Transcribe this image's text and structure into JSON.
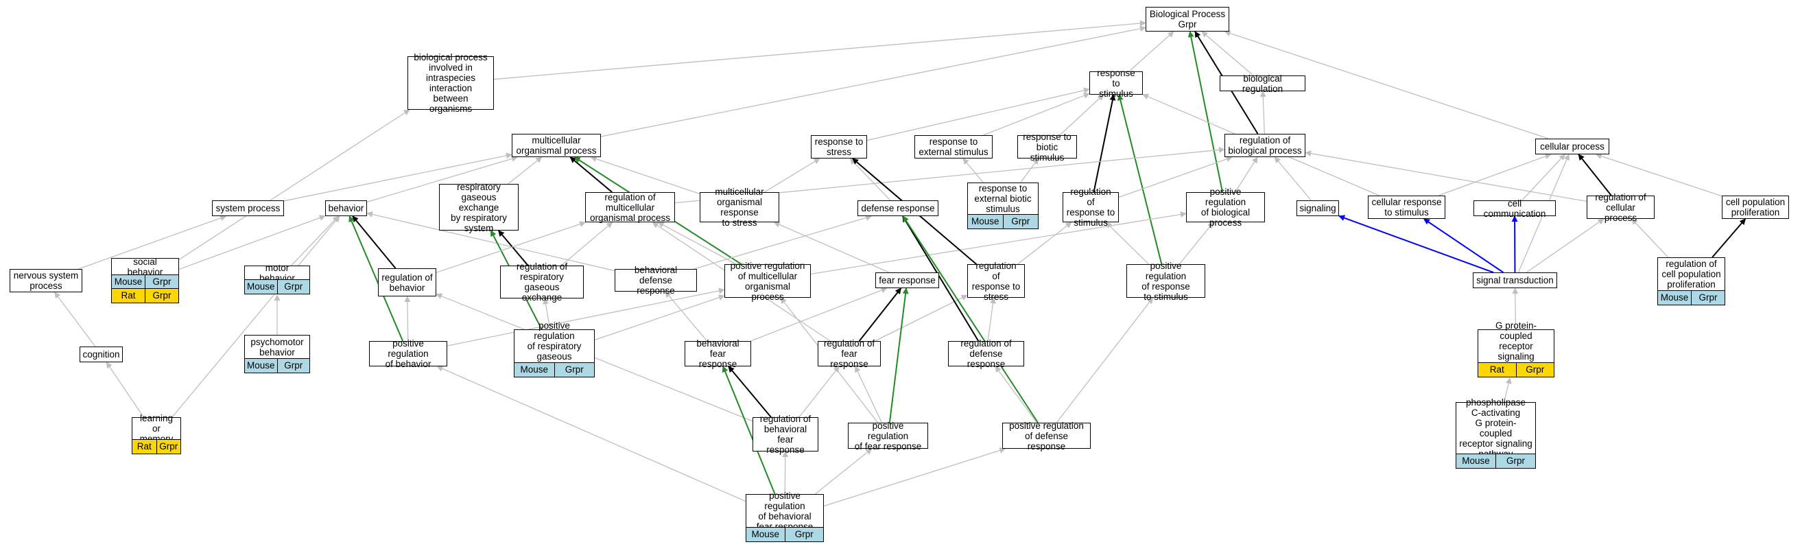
{
  "colors": {
    "is_a": "#bfbfbf",
    "part_of": "#000000",
    "positively_regulates": "#228b22",
    "regulates_other": "#0000ff",
    "mouse_tag": "#add8e6",
    "rat_tag": "#ffd700"
  },
  "nodes": {
    "bp": {
      "label": "Biological Process\nGrpr"
    },
    "interspecies": {
      "label": "biological process\ninvolved in\nintraspecies\ninteraction\nbetween organisms"
    },
    "resp_stim": {
      "label": "response to\nstimulus"
    },
    "bio_reg": {
      "label": "biological regulation"
    },
    "multicell": {
      "label": "multicellular\norganismal process"
    },
    "resp_stress": {
      "label": "response to\nstress"
    },
    "resp_ext": {
      "label": "response to\nexternal stimulus"
    },
    "resp_biotic": {
      "label": "response to\nbiotic stimulus"
    },
    "reg_bio": {
      "label": "regulation of\nbiological process"
    },
    "cell_proc": {
      "label": "cellular process"
    },
    "resp_ext_biotic": {
      "label": "response to\nexternal biotic\nstimulus",
      "tags": [
        [
          "Mouse",
          "Grpr"
        ]
      ]
    },
    "system": {
      "label": "system process"
    },
    "behavior": {
      "label": "behavior"
    },
    "resp_gas": {
      "label": "respiratory\ngaseous exchange\nby respiratory\nsystem"
    },
    "reg_multi": {
      "label": "regulation of\nmulticellular\norganismal process"
    },
    "multi_stress": {
      "label": "multicellular\norganismal response\nto stress"
    },
    "defense": {
      "label": "defense response"
    },
    "reg_resp_stim": {
      "label": "regulation of\nresponse to\nstimulus"
    },
    "pos_reg_bio": {
      "label": "positive regulation\nof biological\nprocess"
    },
    "signaling": {
      "label": "signaling"
    },
    "cell_resp_stim": {
      "label": "cellular response\nto stimulus"
    },
    "cell_comm": {
      "label": "cell communication"
    },
    "reg_cell_proc": {
      "label": "regulation of\ncellular process"
    },
    "cell_pop": {
      "label": "cell population\nproliferation"
    },
    "nervous": {
      "label": "nervous system\nprocess"
    },
    "social": {
      "label": "social behavior",
      "tags": [
        [
          "Mouse",
          "Grpr"
        ],
        [
          "Rat",
          "Grpr"
        ]
      ]
    },
    "motor": {
      "label": "motor behavior",
      "tags": [
        [
          "Mouse",
          "Grpr"
        ]
      ]
    },
    "reg_behav": {
      "label": "regulation of\nbehavior"
    },
    "reg_resp_gas": {
      "label": "regulation of\nrespiratory\ngaseous exchange"
    },
    "behav_def": {
      "label": "behavioral defense\nresponse"
    },
    "pos_reg_multi": {
      "label": "positive regulation\nof multicellular\norganismal process"
    },
    "fear": {
      "label": "fear response"
    },
    "reg_resp_stress": {
      "label": "regulation of\nresponse to\nstress"
    },
    "pos_reg_resp_stim": {
      "label": "positive regulation\nof response\nto stimulus"
    },
    "sig_trans": {
      "label": "signal transduction"
    },
    "reg_cell_pop": {
      "label": "regulation of\ncell population\nproliferation",
      "tags": [
        [
          "Mouse",
          "Grpr"
        ]
      ]
    },
    "cognition": {
      "label": "cognition"
    },
    "psychomotor": {
      "label": "psychomotor\nbehavior",
      "tags": [
        [
          "Mouse",
          "Grpr"
        ]
      ]
    },
    "pos_reg_behav": {
      "label": "positive regulation\nof behavior"
    },
    "pos_reg_resp_gas": {
      "label": "positive regulation\nof respiratory\ngaseous exchange",
      "tags": [
        [
          "Mouse",
          "Grpr"
        ]
      ]
    },
    "behav_fear": {
      "label": "behavioral fear\nresponse"
    },
    "reg_fear": {
      "label": "regulation of\nfear response"
    },
    "reg_def": {
      "label": "regulation of\ndefense response"
    },
    "gpcr": {
      "label": "G protein-coupled\nreceptor signaling\npathway",
      "tags": [
        [
          "Rat",
          "Grpr"
        ]
      ]
    },
    "learning": {
      "label": "learning or\nmemory",
      "tags": [
        [
          "Rat",
          "Grpr"
        ]
      ]
    },
    "reg_behav_fear": {
      "label": "regulation of\nbehavioral fear\nresponse"
    },
    "pos_reg_fear": {
      "label": "positive regulation\nof fear response"
    },
    "pos_reg_def": {
      "label": "positive regulation\nof defense response"
    },
    "plc": {
      "label": "phospholipase\nC-activating\nG protein-coupled\nreceptor signaling\npathway",
      "tags": [
        [
          "Mouse",
          "Grpr"
        ]
      ]
    },
    "pos_reg_behav_fear": {
      "label": "positive regulation\nof behavioral\nfear response",
      "tags": [
        [
          "Mouse",
          "Grpr"
        ]
      ]
    }
  },
  "edges": [
    {
      "from": "interspecies",
      "to": "bp",
      "kind": "is_a"
    },
    {
      "from": "resp_stim",
      "to": "bp",
      "kind": "is_a"
    },
    {
      "from": "bio_reg",
      "to": "bp",
      "kind": "is_a"
    },
    {
      "from": "multicell",
      "to": "bp",
      "kind": "is_a"
    },
    {
      "from": "cell_proc",
      "to": "bp",
      "kind": "is_a"
    },
    {
      "from": "pos_reg_bio",
      "to": "bp",
      "kind": "positively_regulates"
    },
    {
      "from": "reg_bio",
      "to": "bp",
      "kind": "part_of"
    },
    {
      "from": "reg_bio",
      "to": "bio_reg",
      "kind": "is_a"
    },
    {
      "from": "resp_stress",
      "to": "resp_stim",
      "kind": "is_a"
    },
    {
      "from": "resp_ext",
      "to": "resp_stim",
      "kind": "is_a"
    },
    {
      "from": "resp_biotic",
      "to": "resp_stim",
      "kind": "is_a"
    },
    {
      "from": "cell_resp_stim",
      "to": "resp_stim",
      "kind": "is_a"
    },
    {
      "from": "reg_resp_stim",
      "to": "resp_stim",
      "kind": "part_of"
    },
    {
      "from": "pos_reg_resp_stim",
      "to": "resp_stim",
      "kind": "positively_regulates"
    },
    {
      "from": "resp_ext_biotic",
      "to": "resp_ext",
      "kind": "is_a"
    },
    {
      "from": "resp_ext_biotic",
      "to": "resp_biotic",
      "kind": "is_a"
    },
    {
      "from": "system",
      "to": "multicell",
      "kind": "is_a"
    },
    {
      "from": "behavior",
      "to": "multicell",
      "kind": "is_a"
    },
    {
      "from": "resp_gas",
      "to": "multicell",
      "kind": "is_a"
    },
    {
      "from": "multi_stress",
      "to": "multicell",
      "kind": "is_a"
    },
    {
      "from": "reg_multi",
      "to": "multicell",
      "kind": "part_of"
    },
    {
      "from": "pos_reg_multi",
      "to": "multicell",
      "kind": "positively_regulates"
    },
    {
      "from": "social",
      "to": "interspecies",
      "kind": "is_a"
    },
    {
      "from": "social",
      "to": "behavior",
      "kind": "is_a"
    },
    {
      "from": "nervous",
      "to": "system",
      "kind": "is_a"
    },
    {
      "from": "cognition",
      "to": "nervous",
      "kind": "is_a"
    },
    {
      "from": "learning",
      "to": "cognition",
      "kind": "is_a"
    },
    {
      "from": "learning",
      "to": "behavior",
      "kind": "is_a"
    },
    {
      "from": "motor",
      "to": "behavior",
      "kind": "is_a"
    },
    {
      "from": "psychomotor",
      "to": "motor",
      "kind": "is_a"
    },
    {
      "from": "reg_behav",
      "to": "behavior",
      "kind": "part_of"
    },
    {
      "from": "pos_reg_behav",
      "to": "behavior",
      "kind": "positively_regulates"
    },
    {
      "from": "pos_reg_behav",
      "to": "reg_behav",
      "kind": "is_a"
    },
    {
      "from": "behav_def",
      "to": "behavior",
      "kind": "is_a"
    },
    {
      "from": "behav_def",
      "to": "defense",
      "kind": "is_a"
    },
    {
      "from": "reg_resp_gas",
      "to": "resp_gas",
      "kind": "part_of"
    },
    {
      "from": "pos_reg_resp_gas",
      "to": "resp_gas",
      "kind": "positively_regulates"
    },
    {
      "from": "pos_reg_resp_gas",
      "to": "reg_resp_gas",
      "kind": "is_a"
    },
    {
      "from": "reg_multi",
      "to": "reg_bio",
      "kind": "is_a"
    },
    {
      "from": "reg_behav",
      "to": "reg_multi",
      "kind": "is_a"
    },
    {
      "from": "reg_resp_gas",
      "to": "reg_multi",
      "kind": "is_a"
    },
    {
      "from": "pos_reg_multi",
      "to": "reg_multi",
      "kind": "is_a"
    },
    {
      "from": "pos_reg_multi",
      "to": "pos_reg_bio",
      "kind": "is_a"
    },
    {
      "from": "pos_reg_behav",
      "to": "pos_reg_multi",
      "kind": "is_a"
    },
    {
      "from": "pos_reg_resp_gas",
      "to": "pos_reg_multi",
      "kind": "is_a"
    },
    {
      "from": "multi_stress",
      "to": "resp_stress",
      "kind": "is_a"
    },
    {
      "from": "defense",
      "to": "resp_stress",
      "kind": "is_a"
    },
    {
      "from": "reg_resp_stress",
      "to": "resp_stress",
      "kind": "part_of"
    },
    {
      "from": "fear",
      "to": "multi_stress",
      "kind": "is_a"
    },
    {
      "from": "behav_fear",
      "to": "fear",
      "kind": "is_a"
    },
    {
      "from": "behav_fear",
      "to": "behav_def",
      "kind": "is_a"
    },
    {
      "from": "reg_fear",
      "to": "fear",
      "kind": "part_of"
    },
    {
      "from": "reg_fear",
      "to": "reg_resp_stress",
      "kind": "is_a"
    },
    {
      "from": "reg_fear",
      "to": "reg_multi",
      "kind": "is_a"
    },
    {
      "from": "pos_reg_fear",
      "to": "fear",
      "kind": "positively_regulates"
    },
    {
      "from": "pos_reg_fear",
      "to": "reg_fear",
      "kind": "is_a"
    },
    {
      "from": "pos_reg_fear",
      "to": "pos_reg_multi",
      "kind": "is_a"
    },
    {
      "from": "reg_behav_fear",
      "to": "behav_fear",
      "kind": "part_of"
    },
    {
      "from": "reg_behav_fear",
      "to": "reg_fear",
      "kind": "is_a"
    },
    {
      "from": "reg_behav_fear",
      "to": "reg_behav",
      "kind": "is_a"
    },
    {
      "from": "pos_reg_behav_fear",
      "to": "behav_fear",
      "kind": "positively_regulates"
    },
    {
      "from": "pos_reg_behav_fear",
      "to": "reg_behav_fear",
      "kind": "is_a"
    },
    {
      "from": "pos_reg_behav_fear",
      "to": "pos_reg_fear",
      "kind": "is_a"
    },
    {
      "from": "pos_reg_behav_fear",
      "to": "pos_reg_behav",
      "kind": "is_a"
    },
    {
      "from": "pos_reg_behav_fear",
      "to": "pos_reg_def",
      "kind": "is_a"
    },
    {
      "from": "reg_def",
      "to": "defense",
      "kind": "part_of"
    },
    {
      "from": "reg_def",
      "to": "reg_resp_stress",
      "kind": "is_a"
    },
    {
      "from": "pos_reg_def",
      "to": "defense",
      "kind": "positively_regulates"
    },
    {
      "from": "pos_reg_def",
      "to": "reg_def",
      "kind": "is_a"
    },
    {
      "from": "pos_reg_def",
      "to": "pos_reg_resp_stim",
      "kind": "is_a"
    },
    {
      "from": "reg_resp_stress",
      "to": "reg_resp_stim",
      "kind": "is_a"
    },
    {
      "from": "reg_resp_stim",
      "to": "reg_bio",
      "kind": "is_a"
    },
    {
      "from": "pos_reg_resp_stim",
      "to": "reg_resp_stim",
      "kind": "is_a"
    },
    {
      "from": "pos_reg_resp_stim",
      "to": "pos_reg_bio",
      "kind": "is_a"
    },
    {
      "from": "pos_reg_bio",
      "to": "reg_bio",
      "kind": "is_a"
    },
    {
      "from": "signaling",
      "to": "reg_bio",
      "kind": "is_a"
    },
    {
      "from": "cell_resp_stim",
      "to": "cell_proc",
      "kind": "is_a"
    },
    {
      "from": "cell_comm",
      "to": "cell_proc",
      "kind": "is_a"
    },
    {
      "from": "reg_cell_proc",
      "to": "cell_proc",
      "kind": "part_of"
    },
    {
      "from": "reg_cell_proc",
      "to": "reg_bio",
      "kind": "is_a"
    },
    {
      "from": "cell_pop",
      "to": "cell_proc",
      "kind": "is_a"
    },
    {
      "from": "sig_trans",
      "to": "signaling",
      "kind": "regulates_other"
    },
    {
      "from": "sig_trans",
      "to": "cell_resp_stim",
      "kind": "regulates_other"
    },
    {
      "from": "sig_trans",
      "to": "cell_comm",
      "kind": "regulates_other"
    },
    {
      "from": "sig_trans",
      "to": "reg_cell_proc",
      "kind": "is_a"
    },
    {
      "from": "sig_trans",
      "to": "cell_proc",
      "kind": "is_a"
    },
    {
      "from": "reg_cell_pop",
      "to": "cell_pop",
      "kind": "part_of"
    },
    {
      "from": "reg_cell_pop",
      "to": "reg_cell_proc",
      "kind": "is_a"
    },
    {
      "from": "gpcr",
      "to": "sig_trans",
      "kind": "is_a"
    },
    {
      "from": "plc",
      "to": "gpcr",
      "kind": "is_a"
    }
  ]
}
